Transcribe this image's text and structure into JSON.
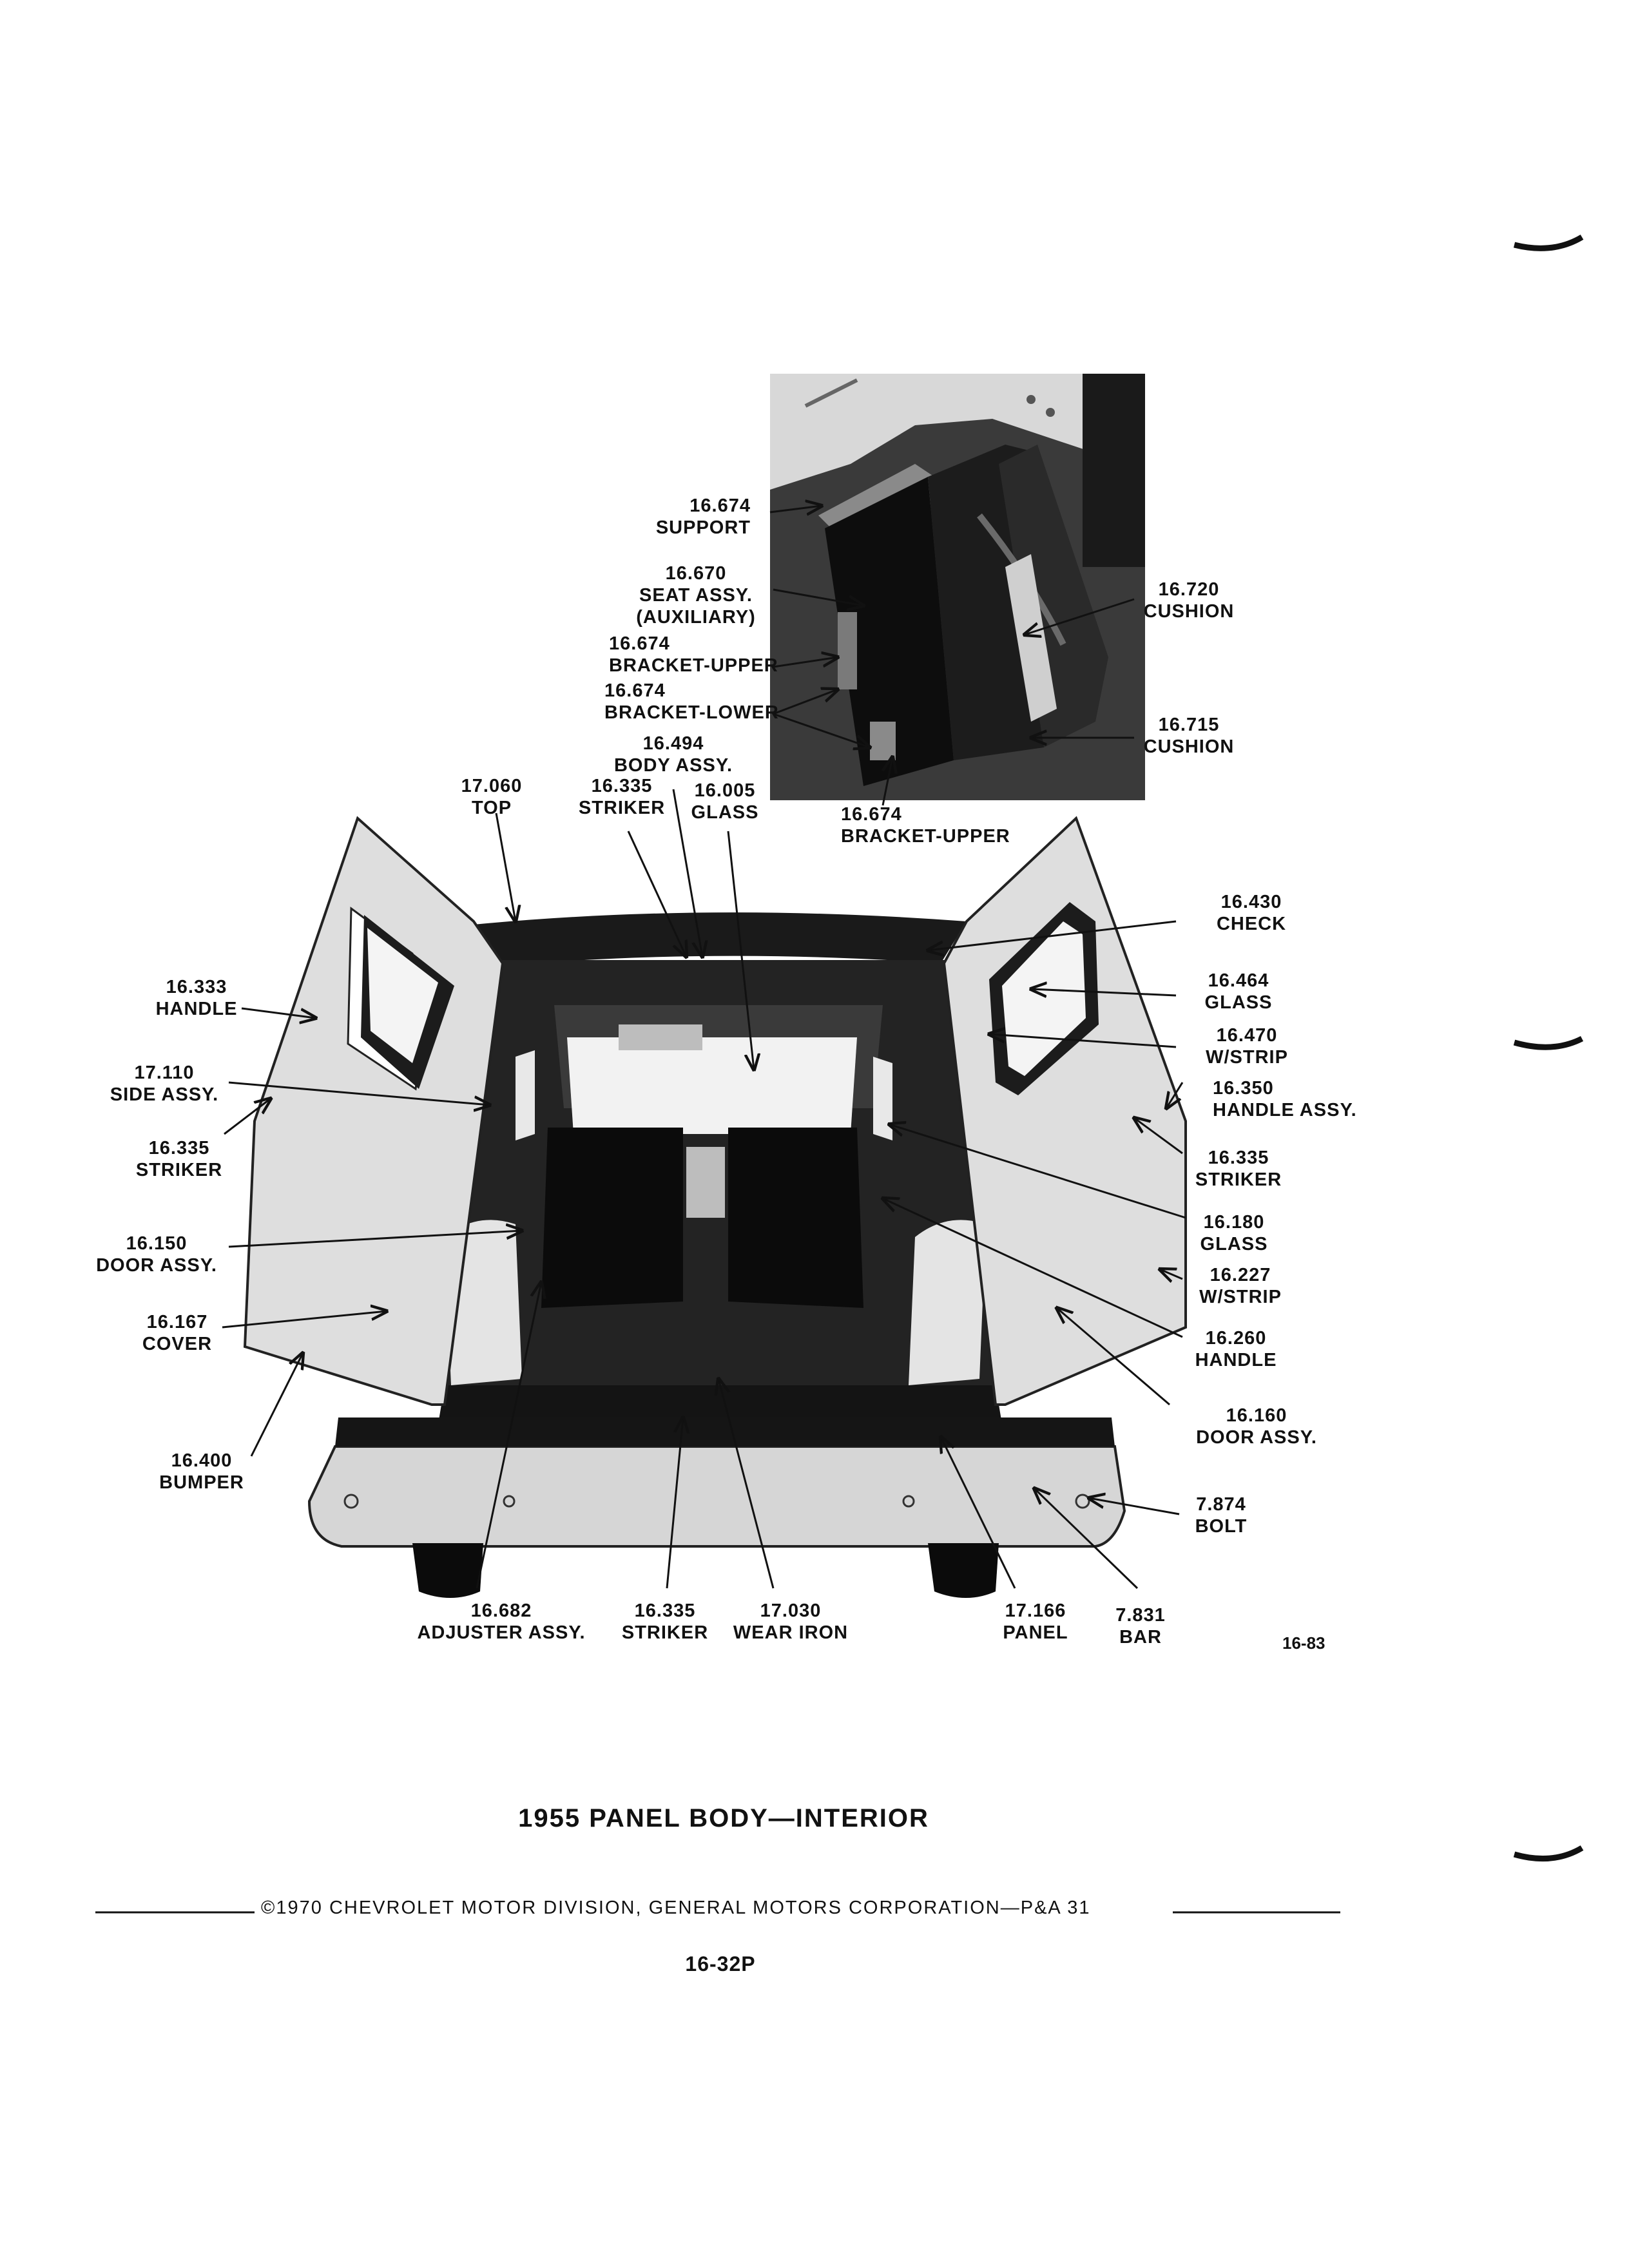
{
  "labels": {
    "support_16674": {
      "num": "16.674",
      "name": "SUPPORT"
    },
    "seat_16670": {
      "num": "16.670",
      "name": "SEAT ASSY.",
      "name2": "(AUXILIARY)"
    },
    "bracket_upper_16674": {
      "num": "16.674",
      "name": "BRACKET-UPPER"
    },
    "bracket_lower_16674": {
      "num": "16.674",
      "name": "BRACKET-LOWER"
    },
    "body_16494": {
      "num": "16.494",
      "name": "BODY ASSY."
    },
    "cushion_16720": {
      "num": "16.720",
      "name": "CUSHION"
    },
    "cushion_16715": {
      "num": "16.715",
      "name": "CUSHION"
    },
    "bracket_upper_b_16674": {
      "num": "16.674",
      "name": "BRACKET-UPPER"
    },
    "top_17060": {
      "num": "17.060",
      "name": "TOP"
    },
    "striker_top_16335": {
      "num": "16.335",
      "name": "STRIKER"
    },
    "glass_16005": {
      "num": "16.005",
      "name": "GLASS"
    },
    "check_16430": {
      "num": "16.430",
      "name": "CHECK"
    },
    "handle_16333": {
      "num": "16.333",
      "name": "HANDLE"
    },
    "glass_16464": {
      "num": "16.464",
      "name": "GLASS"
    },
    "wstrip_16470": {
      "num": "16.470",
      "name": "W/STRIP"
    },
    "side_17110": {
      "num": "17.110",
      "name": "SIDE ASSY."
    },
    "handle_assy_16350": {
      "num": "16.350",
      "name": "HANDLE ASSY."
    },
    "striker_left_16335": {
      "num": "16.335",
      "name": "STRIKER"
    },
    "striker_right_16335": {
      "num": "16.335",
      "name": "STRIKER"
    },
    "glass_16180": {
      "num": "16.180",
      "name": "GLASS"
    },
    "door_16150": {
      "num": "16.150",
      "name": "DOOR ASSY."
    },
    "wstrip_16227": {
      "num": "16.227",
      "name": "W/STRIP"
    },
    "cover_16167": {
      "num": "16.167",
      "name": "COVER"
    },
    "handle_16260": {
      "num": "16.260",
      "name": "HANDLE"
    },
    "door_16160": {
      "num": "16.160",
      "name": "DOOR ASSY."
    },
    "bumper_16400": {
      "num": "16.400",
      "name": "BUMPER"
    },
    "bolt_7874": {
      "num": "7.874",
      "name": "BOLT"
    },
    "adjuster_16682": {
      "num": "16.682",
      "name": "ADJUSTER ASSY."
    },
    "striker_bottom_16335": {
      "num": "16.335",
      "name": "STRIKER"
    },
    "wear_iron_17030": {
      "num": "17.030",
      "name": "WEAR IRON"
    },
    "panel_17166": {
      "num": "17.166",
      "name": "PANEL"
    },
    "bar_7831": {
      "num": "7.831",
      "name": "BAR"
    }
  },
  "figure_id": "16-83",
  "title": "1955 PANEL BODY—INTERIOR",
  "copyright": "©1970 CHEVROLET MOTOR DIVISION, GENERAL MOTORS CORPORATION—P&A 31",
  "page_number": "16-32P"
}
